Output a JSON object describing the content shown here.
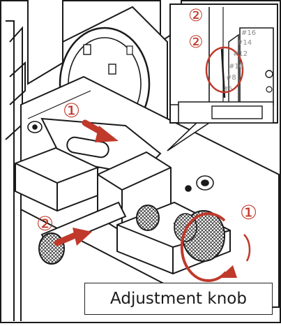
{
  "diagram": {
    "markers": {
      "inset_top": "②",
      "inset_second": "②",
      "arrow_one": "①",
      "arrow_two": "②",
      "knob": "①"
    },
    "scale_labels": [
      "#16",
      "#14",
      "#12",
      "#10",
      "#8",
      "#6"
    ],
    "callout": "Adjustment knob",
    "colors": {
      "accent": "#c0392b",
      "line": "#1a1a1a",
      "fill": "#ffffff"
    }
  }
}
